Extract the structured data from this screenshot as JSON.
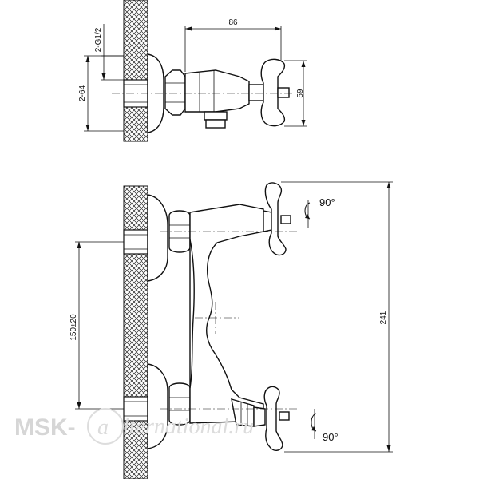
{
  "dimensions": {
    "top_width": "86",
    "top_height": "59",
    "thread": "2-G1/2",
    "pipe_size": "2-64",
    "spacing": "150±20",
    "total_height": "241"
  },
  "rotation": {
    "top": "90°",
    "bottom": "90°"
  },
  "watermark": {
    "brand": "MSK-",
    "logo_letter": "a",
    "text": "lternational.ru"
  }
}
